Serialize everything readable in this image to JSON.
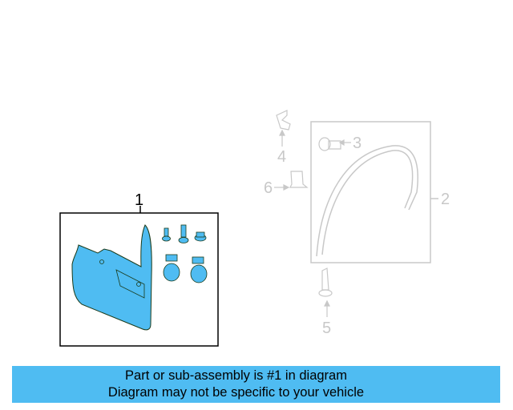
{
  "callouts": {
    "c1": "1",
    "c2": "2",
    "c3": "3",
    "c4": "4",
    "c5": "5",
    "c6": "6"
  },
  "banner": {
    "line1": "Part or sub-assembly is #1 in diagram",
    "line2": "Diagram may not be specific to your vehicle",
    "color": "#4fbcf2"
  },
  "colors": {
    "highlight_part": "#4fbcf2",
    "dimmed_part": "#c8c8c8"
  }
}
